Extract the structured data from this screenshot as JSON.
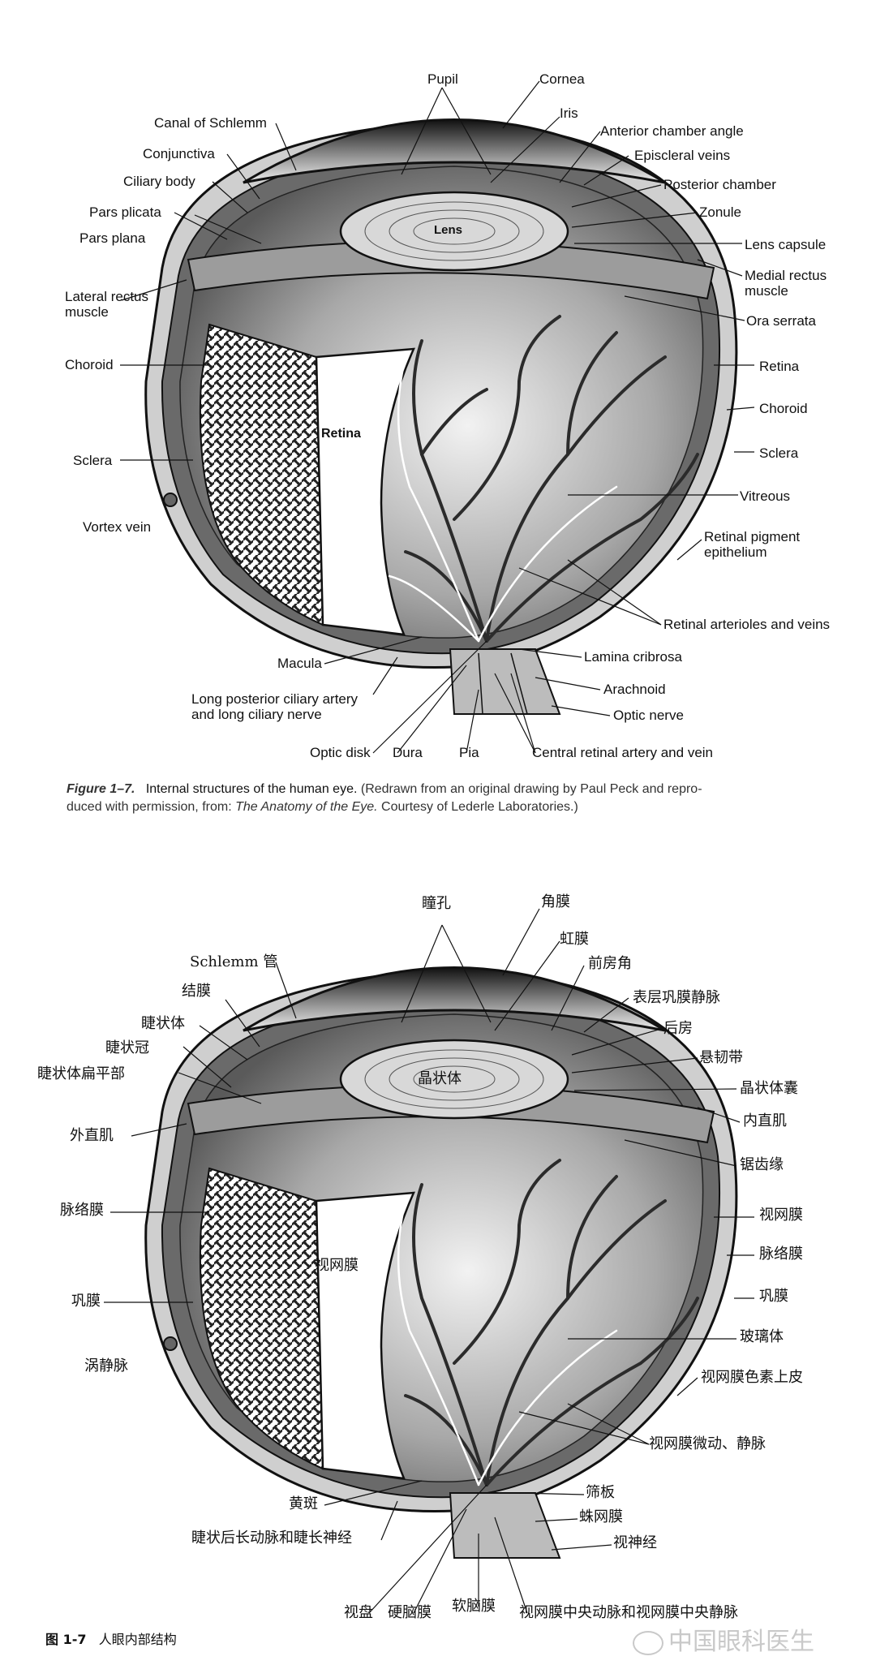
{
  "english": {
    "labels": {
      "pupil": "Pupil",
      "cornea": "Cornea",
      "iris": "Iris",
      "canal_schlemm": "Canal of Schlemm",
      "anterior_chamber_angle": "Anterior chamber angle",
      "conjunctiva": "Conjunctiva",
      "episcleral_veins": "Episcleral veins",
      "ciliary_body": "Ciliary body",
      "posterior_chamber": "Posterior chamber",
      "pars_plicata": "Pars plicata",
      "zonule": "Zonule",
      "pars_plana": "Pars plana",
      "lens": "Lens",
      "lens_capsule": "Lens capsule",
      "medial_rectus": "Medial rectus\nmuscle",
      "lateral_rectus": "Lateral rectus\nmuscle",
      "ora_serrata": "Ora serrata",
      "choroid_left": "Choroid",
      "retina_right": "Retina",
      "choroid_right": "Choroid",
      "retina_center": "Retina",
      "sclera_left": "Sclera",
      "sclera_right": "Sclera",
      "vitreous": "Vitreous",
      "vortex_vein": "Vortex vein",
      "rpe": "Retinal pigment\nepithelium",
      "retinal_vessels": "Retinal arterioles and veins",
      "macula": "Macula",
      "lamina_cribrosa": "Lamina cribrosa",
      "long_posterior": "Long posterior ciliary artery\nand long ciliary nerve",
      "arachnoid": "Arachnoid",
      "optic_nerve": "Optic nerve",
      "optic_disk": "Optic disk",
      "dura": "Dura",
      "pia": "Pia",
      "central_retinal": "Central retinal artery and vein"
    },
    "caption": {
      "figure_no": "Figure 1–7.",
      "title": "Internal structures of the human eye.",
      "credit_1": "(Redrawn from an original drawing by Paul Peck and repro-",
      "credit_2": "duced with permission, from: ",
      "book": "The Anatomy of the Eye.",
      "credit_3": " Courtesy of Lederle Laboratories.)"
    }
  },
  "chinese": {
    "labels": {
      "pupil": "瞳孔",
      "cornea": "角膜",
      "iris": "虹膜",
      "canal_schlemm": "Schlemm 管",
      "anterior_chamber_angle": "前房角",
      "conjunctiva": "结膜",
      "episcleral_veins": "表层巩膜静脉",
      "ciliary_body": "睫状体",
      "posterior_chamber": "后房",
      "pars_plicata": "睫状冠",
      "zonule": "悬韧带",
      "pars_plana": "睫状体扁平部",
      "lens": "晶状体",
      "lens_capsule": "晶状体囊",
      "medial_rectus": "内直肌",
      "lateral_rectus": "外直肌",
      "ora_serrata": "锯齿缘",
      "choroid_left": "脉络膜",
      "retina_right": "视网膜",
      "choroid_right": "脉络膜",
      "retina_center": "视网膜",
      "sclera_left": "巩膜",
      "sclera_right": "巩膜",
      "vitreous": "玻璃体",
      "vortex_vein": "涡静脉",
      "rpe": "视网膜色素上皮",
      "retinal_vessels": "视网膜微动、静脉",
      "macula": "黄斑",
      "lamina_cribrosa": "筛板",
      "long_posterior": "睫状后长动脉和睫长神经",
      "arachnoid": "蛛网膜",
      "optic_nerve": "视神经",
      "optic_disk": "视盘",
      "dura": "硬脑膜",
      "pia": "软脑膜",
      "central_retinal": "视网膜中央动脉和视网膜中央静脉"
    },
    "caption": {
      "figure_no": "图 1-7",
      "title": "人眼内部结构"
    },
    "watermark": "中国眼科医生"
  },
  "colors": {
    "ink": "#1a1a1a",
    "sclera": "#bdbdbd",
    "choroid": "#4a4a4a",
    "vitreous": "#9a9a9a",
    "lens": "#c8c8c8"
  }
}
